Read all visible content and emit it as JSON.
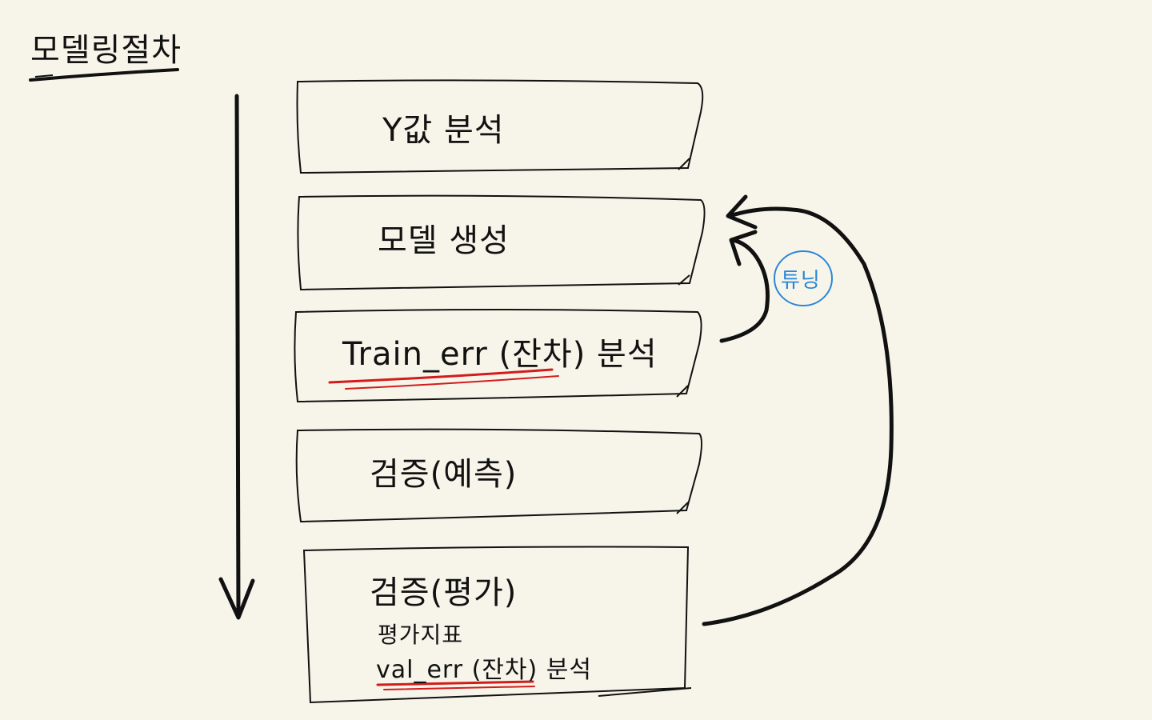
{
  "diagram": {
    "title": "모델링절차",
    "steps": [
      {
        "label": "Y값 분석"
      },
      {
        "label": "모델 생성"
      },
      {
        "label": "Train_err (잔차) 분석"
      },
      {
        "label": "검증(예측)"
      },
      {
        "label": "검증(평가)"
      }
    ],
    "evaluation_notes": {
      "metric": "평가지표",
      "val_err": "val_err (잔차) 분석"
    },
    "tuning_label": "튜닝"
  },
  "colors": {
    "ink": "#111111",
    "underline": "#d21c1c",
    "tuning": "#2a86d8",
    "paper": "#f7f5ea"
  }
}
